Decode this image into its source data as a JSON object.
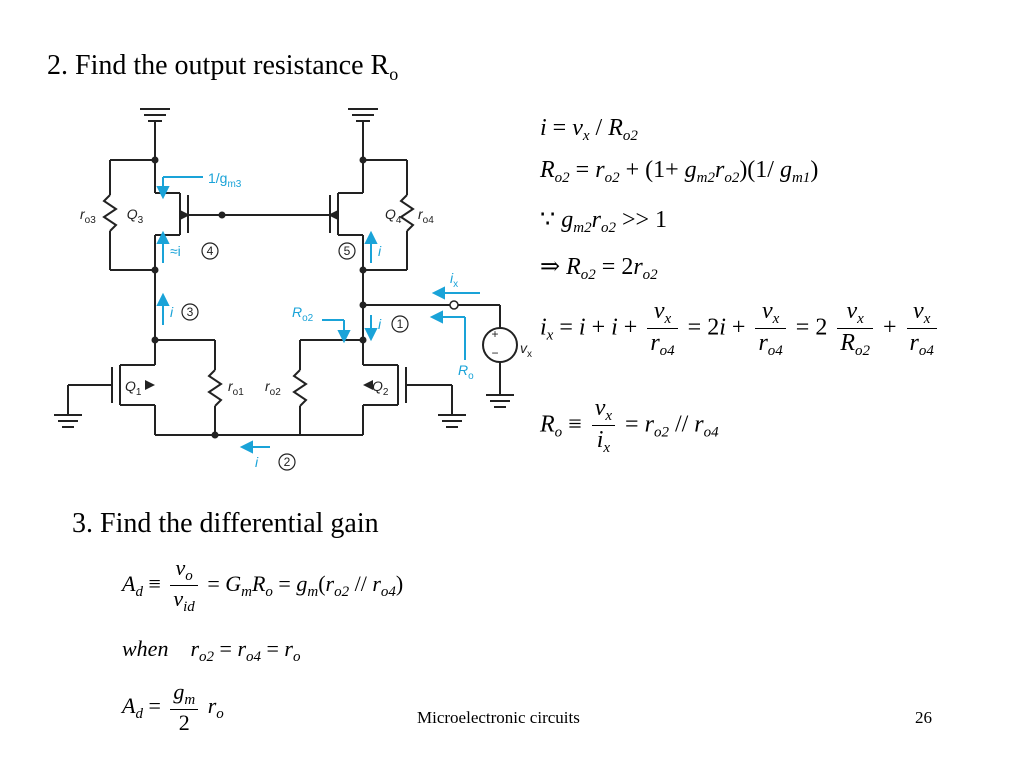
{
  "headings": {
    "find_ro_prefix": "2. Find the output resistance R",
    "find_ro_sub": "o",
    "find_gain": "3. Find the differential gain"
  },
  "circuit": {
    "labels": {
      "q1": "Q",
      "q1_sub": "1",
      "q2": "Q",
      "q2_sub": "2",
      "q3": "Q",
      "q3_sub": "3",
      "q4": "Q",
      "q4_sub": "4",
      "ro1": "r",
      "ro1_sub": "o1",
      "ro2": "r",
      "ro2_sub": "o2",
      "ro3": "r",
      "ro3_sub": "o3",
      "ro4": "r",
      "ro4_sub": "o4",
      "one_over_gm3": "1/g",
      "one_over_gm3_sub": "m3",
      "approx_i": "≈i",
      "i": "i",
      "ix": "i",
      "ix_sub": "x",
      "ro2_res": "R",
      "ro2_res_sub": "o2",
      "ro_res": "R",
      "ro_res_sub": "o",
      "vx": "v",
      "vx_sub": "x",
      "plus": "+",
      "minus": "−",
      "n1": "1",
      "n2": "2",
      "n3": "3",
      "n4": "4",
      "n5": "5"
    },
    "accent_color": "#1aa3d8"
  },
  "footer": {
    "course": "Microelectronic circuits",
    "page": "26"
  }
}
